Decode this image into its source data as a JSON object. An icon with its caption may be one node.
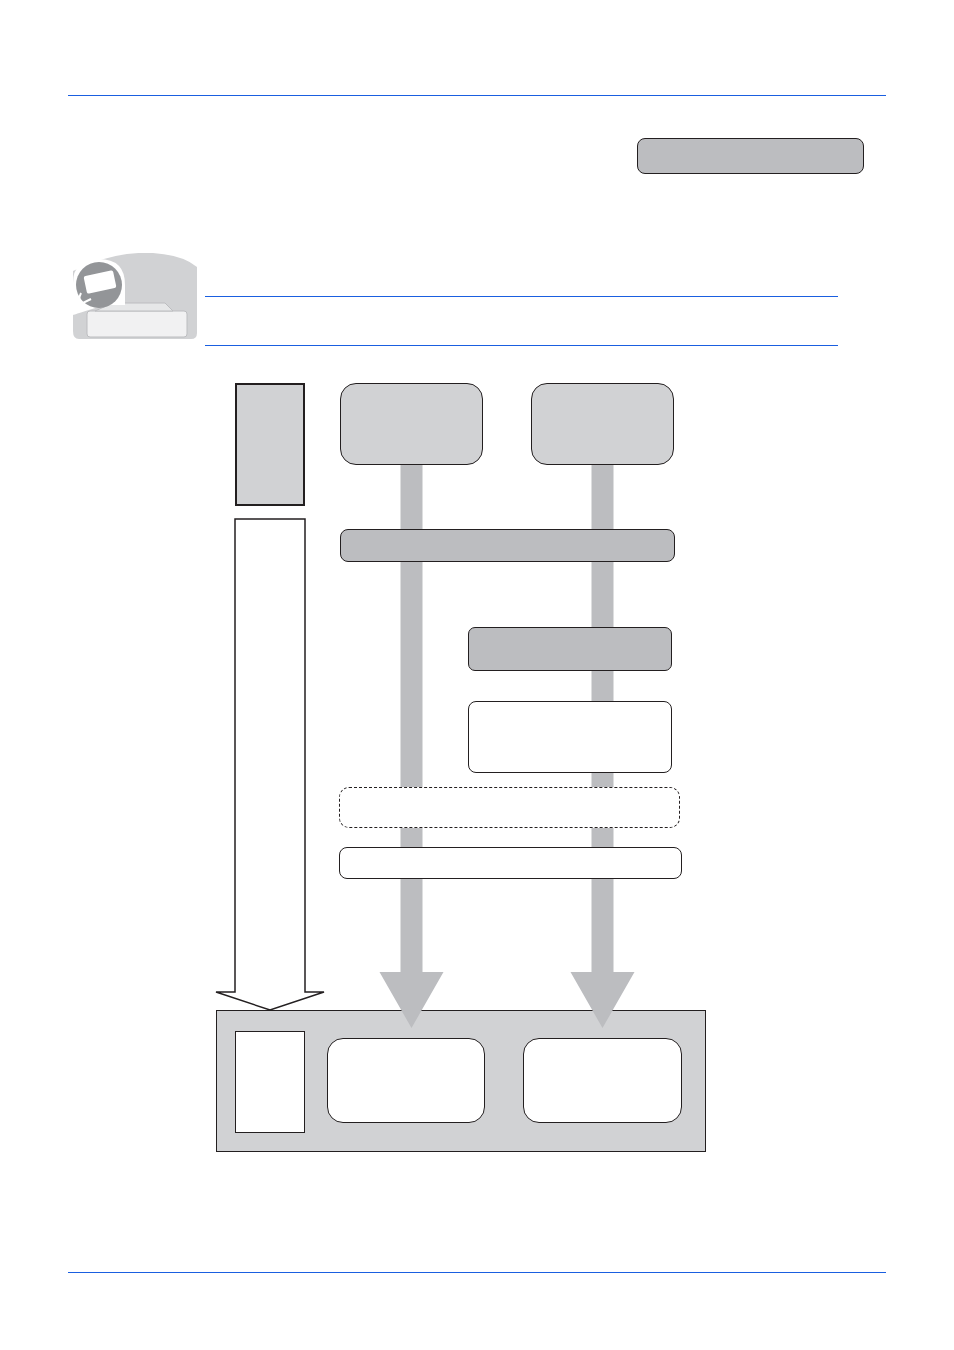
{
  "diagram": {
    "nodes": [
      {
        "text": [],
        "shape": "box"
      },
      {
        "text": [],
        "shape": "box"
      },
      {
        "text": [],
        "shape": "box"
      },
      {
        "text": [],
        "shape": "bar"
      },
      {
        "text": [],
        "shape": "box"
      },
      {
        "text": [],
        "shape": "box"
      },
      {
        "text": [],
        "shape": "bar"
      },
      {
        "text": [],
        "shape": "bar"
      },
      {
        "text": [],
        "shape": "box"
      },
      {
        "text": [],
        "shape": "box",
        "in": 8
      },
      {
        "text": [],
        "shape": "box",
        "in": 8
      },
      {
        "text": [],
        "shape": "box",
        "in": 8
      }
    ],
    "edges": [
      {
        "from": 0,
        "to": 8,
        "arrow": "to",
        "style": "thick"
      },
      {
        "from": 1,
        "to": 10,
        "arrow": "to",
        "style": "thick",
        "color": "#bcbdc0"
      },
      {
        "from": 2,
        "to": 11,
        "arrow": "to",
        "style": "thick",
        "color": "#bcbdc0"
      }
    ]
  }
}
